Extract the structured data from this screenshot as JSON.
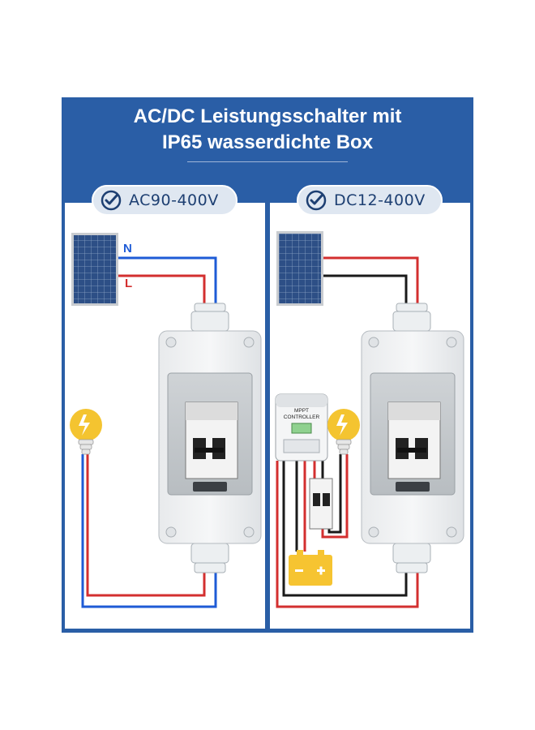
{
  "title": {
    "line1": "AC/DC Leistungsschalter mit",
    "line2": "IP65 wasserdichte Box"
  },
  "left_panel": {
    "badge_text": "AC90-400V",
    "wire_labels": {
      "neutral": "N",
      "live": "L"
    }
  },
  "right_panel": {
    "badge_text": "DC12-400V",
    "controller_label_line1": "MPPT",
    "controller_label_line2": "CONTROLLER"
  },
  "colors": {
    "frame_blue": "#2a5ea6",
    "wire_red": "#d32f2f",
    "wire_blue": "#1e5bd6",
    "wire_black": "#1a1a1a",
    "bulb_yellow": "#f4c430",
    "battery_yellow": "#f6c431"
  },
  "icons": [
    "check-circle-icon",
    "solar-panel-icon",
    "light-bulb-icon",
    "battery-icon",
    "mppt-controller-icon",
    "circuit-breaker-icon",
    "waterproof-box-icon"
  ]
}
